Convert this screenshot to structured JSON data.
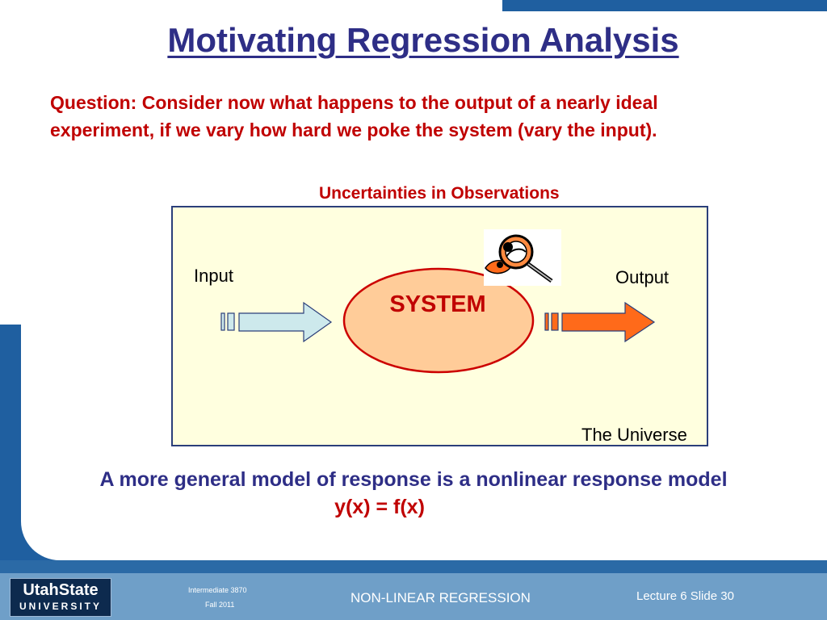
{
  "slide": {
    "title": "Motivating Regression Analysis",
    "question": "Question:  Consider now what happens to the output of a nearly ideal experiment, if we vary how hard we poke the system (vary the input).",
    "diagram_caption": "Uncertainties in Observations",
    "diagram": {
      "input_label": "Input",
      "output_label": "Output",
      "system_label": "SYSTEM",
      "universe_label": "The Universe",
      "colors": {
        "universe_fill": "#ffffdf",
        "input_arrow": "#cde9ec",
        "output_arrow": "#ff6a1a",
        "system_fill": "#ffcc99",
        "system_stroke": "#cc0000"
      }
    },
    "model_statement": "A more general model of response is a nonlinear response model",
    "equation": "y(x) = f(x)"
  },
  "footer": {
    "logo_top": "UtahState",
    "logo_bottom": "UNIVERSITY",
    "course": "Intermediate  3870",
    "term": "Fall 2011",
    "title": "NON-LINEAR REGRESSION",
    "lecture": "Lecture  6   Slide  30"
  },
  "colors": {
    "title": "#2e2e86",
    "accent_red": "#c00000",
    "frame_blue": "#1f5fa0",
    "footer_blue": "#6f9fc8"
  }
}
